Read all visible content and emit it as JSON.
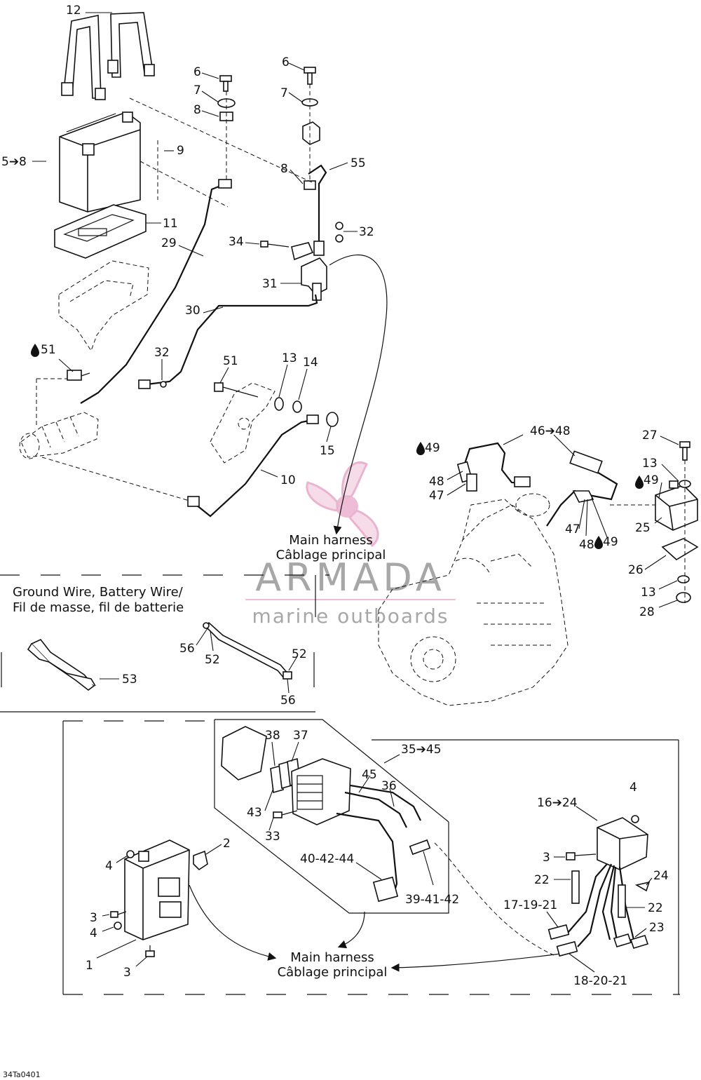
{
  "diagram": {
    "code": "34Ta0401",
    "watermark": {
      "brand": "ARMADA",
      "tagline": "marine outboards",
      "accent": "#e9a6c8"
    },
    "sections": {
      "ground_wire_title_en": "Ground Wire, Battery Wire/",
      "ground_wire_title_fr": "Fil de masse, fil de batterie"
    },
    "harness_top": {
      "en": "Main harness",
      "fr": "Câblage principal"
    },
    "harness_bottom": {
      "en": "Main harness",
      "fr": "Câblage principal"
    },
    "callouts": [
      {
        "id": "c12",
        "text": "12"
      },
      {
        "id": "c6a",
        "text": "6"
      },
      {
        "id": "c7a",
        "text": "7"
      },
      {
        "id": "c8a",
        "text": "8"
      },
      {
        "id": "c6b",
        "text": "6"
      },
      {
        "id": "c7b",
        "text": "7"
      },
      {
        "id": "c5to8",
        "text": "5➔8"
      },
      {
        "id": "c9",
        "text": "9"
      },
      {
        "id": "c8b",
        "text": "8"
      },
      {
        "id": "c55",
        "text": "55"
      },
      {
        "id": "c11",
        "text": "11"
      },
      {
        "id": "c32a",
        "text": "32"
      },
      {
        "id": "c29",
        "text": "29"
      },
      {
        "id": "c34",
        "text": "34"
      },
      {
        "id": "c31",
        "text": "31"
      },
      {
        "id": "c30",
        "text": "30"
      },
      {
        "id": "c51a",
        "text": "51"
      },
      {
        "id": "c32b",
        "text": "32"
      },
      {
        "id": "c51b",
        "text": "51"
      },
      {
        "id": "c13a",
        "text": "13"
      },
      {
        "id": "c14",
        "text": "14"
      },
      {
        "id": "c15",
        "text": "15"
      },
      {
        "id": "c10",
        "text": "10"
      },
      {
        "id": "c46to48",
        "text": "46➔48"
      },
      {
        "id": "c27",
        "text": "27"
      },
      {
        "id": "c49a",
        "text": "49"
      },
      {
        "id": "c13b",
        "text": "13"
      },
      {
        "id": "c48a",
        "text": "48"
      },
      {
        "id": "c49b",
        "text": "49"
      },
      {
        "id": "c47a",
        "text": "47"
      },
      {
        "id": "c25",
        "text": "25"
      },
      {
        "id": "c47b",
        "text": "47"
      },
      {
        "id": "c48b",
        "text": "48"
      },
      {
        "id": "c49c",
        "text": "49"
      },
      {
        "id": "c26",
        "text": "26"
      },
      {
        "id": "c13c",
        "text": "13"
      },
      {
        "id": "c28",
        "text": "28"
      },
      {
        "id": "c56a",
        "text": "56"
      },
      {
        "id": "c52a",
        "text": "52"
      },
      {
        "id": "c52b",
        "text": "52"
      },
      {
        "id": "c53",
        "text": "53"
      },
      {
        "id": "c56b",
        "text": "56"
      },
      {
        "id": "c38",
        "text": "38"
      },
      {
        "id": "c37",
        "text": "37"
      },
      {
        "id": "c35to45",
        "text": "35➔45"
      },
      {
        "id": "c45",
        "text": "45"
      },
      {
        "id": "c36",
        "text": "36"
      },
      {
        "id": "c4a",
        "text": "4"
      },
      {
        "id": "c43",
        "text": "43"
      },
      {
        "id": "c16to24",
        "text": "16➔24"
      },
      {
        "id": "c33",
        "text": "33"
      },
      {
        "id": "c2",
        "text": "2"
      },
      {
        "id": "c4b",
        "text": "4"
      },
      {
        "id": "c40",
        "text": "40-42-44"
      },
      {
        "id": "c3a",
        "text": "3"
      },
      {
        "id": "c24",
        "text": "24"
      },
      {
        "id": "c22a",
        "text": "22"
      },
      {
        "id": "c39",
        "text": "39-41-42"
      },
      {
        "id": "c3b",
        "text": "3"
      },
      {
        "id": "c17",
        "text": "17-19-21"
      },
      {
        "id": "c22b",
        "text": "22"
      },
      {
        "id": "c4c",
        "text": "4"
      },
      {
        "id": "c23",
        "text": "23"
      },
      {
        "id": "c1",
        "text": "1"
      },
      {
        "id": "c3c",
        "text": "3"
      },
      {
        "id": "c18",
        "text": "18-20-21"
      }
    ]
  }
}
